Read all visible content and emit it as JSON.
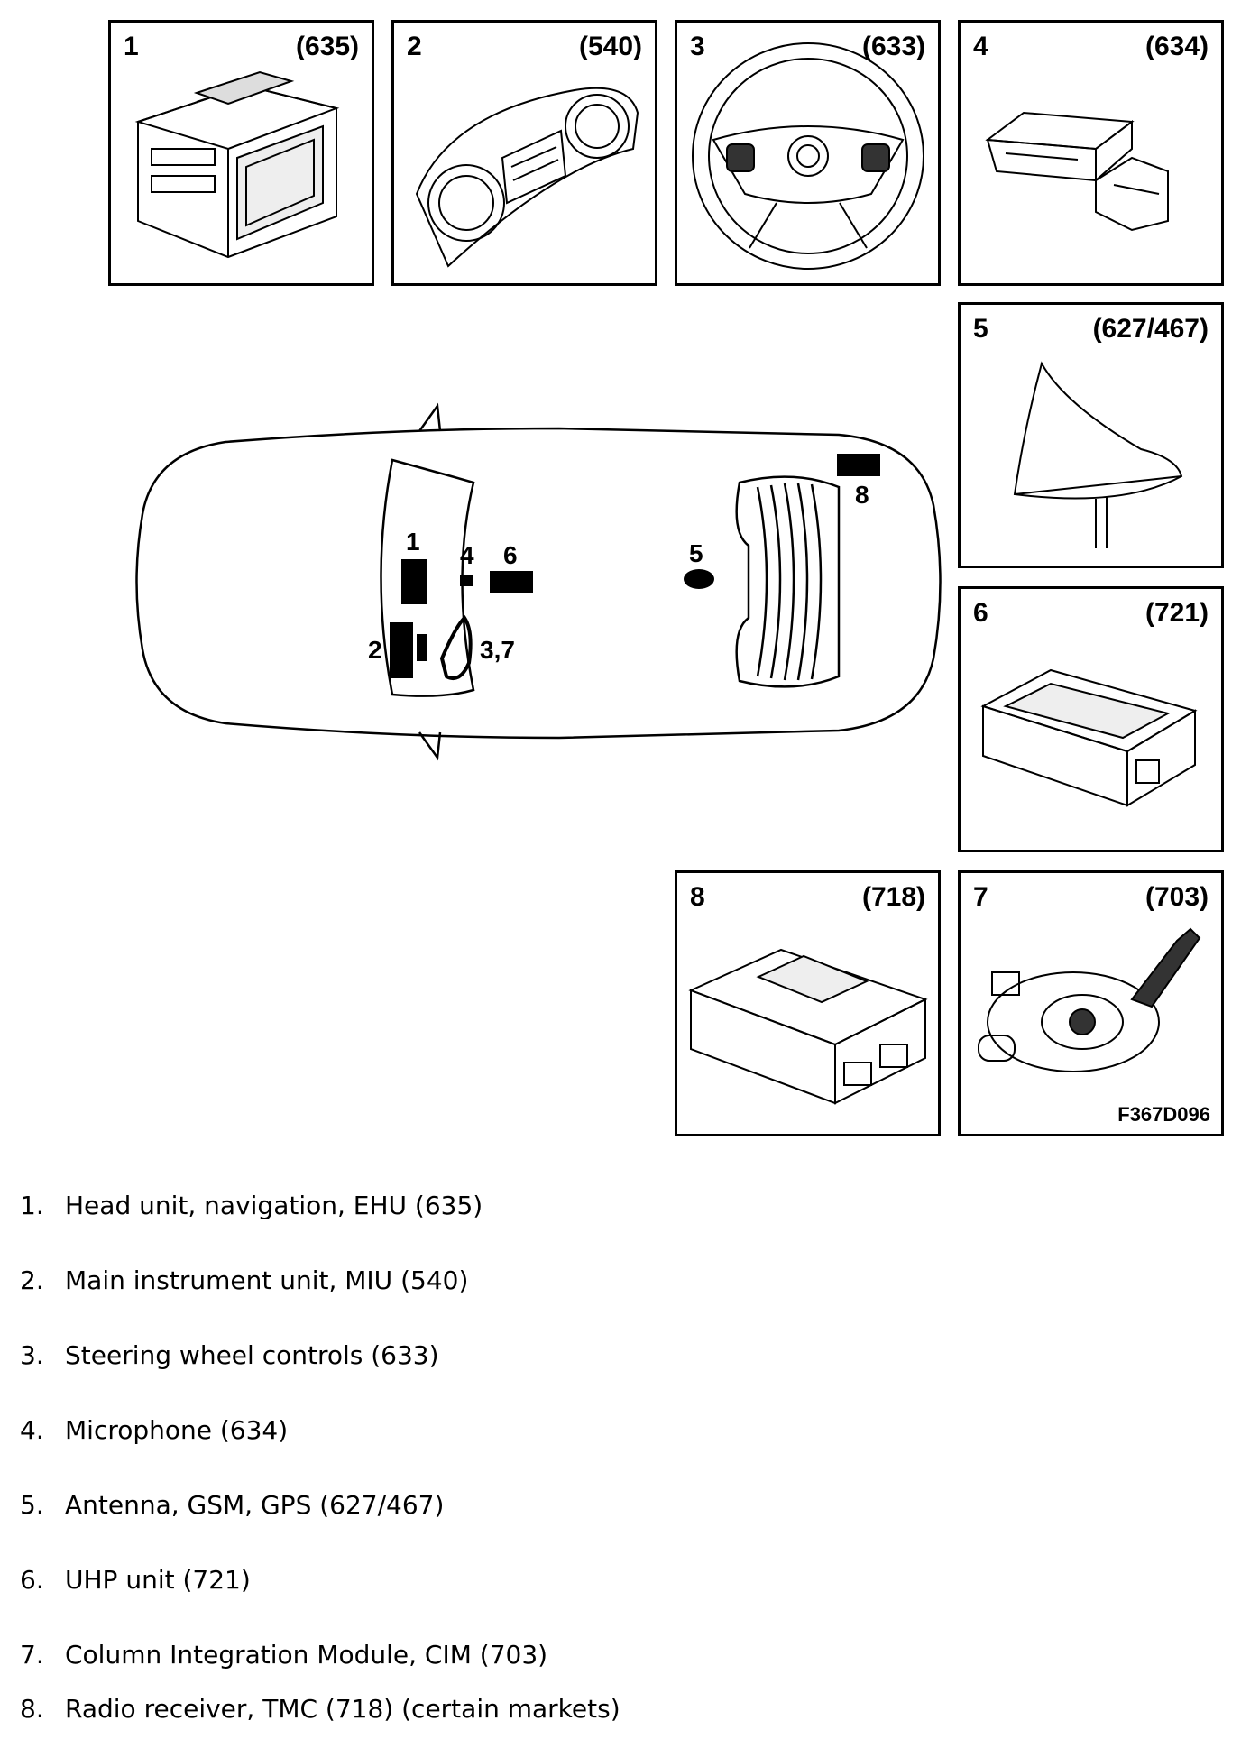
{
  "components": [
    {
      "num": "1",
      "code": "(635)"
    },
    {
      "num": "2",
      "code": "(540)"
    },
    {
      "num": "3",
      "code": "(633)"
    },
    {
      "num": "4",
      "code": "(634)"
    },
    {
      "num": "5",
      "code": "(627/467)"
    },
    {
      "num": "6",
      "code": "(721)"
    },
    {
      "num": "8",
      "code": "(718)"
    },
    {
      "num": "7",
      "code": "(703)"
    }
  ],
  "figure_id": "F367D096",
  "car_labels": {
    "l1": "1",
    "l2": "2",
    "l37": "3,7",
    "l4": "4",
    "l5": "5",
    "l6": "6",
    "l8": "8"
  },
  "legend": [
    {
      "idx": "1.",
      "text": "Head unit, navigation, EHU (635)"
    },
    {
      "idx": "2.",
      "text": "Main instrument unit, MIU (540)"
    },
    {
      "idx": "3.",
      "text": "Steering wheel controls (633)"
    },
    {
      "idx": "4.",
      "text": "Microphone (634)"
    },
    {
      "idx": "5.",
      "text": "Antenna, GSM, GPS (627/467)"
    },
    {
      "idx": "6.",
      "text": "UHP unit (721)"
    },
    {
      "idx": "7.",
      "text": "Column Integration Module, CIM (703)"
    },
    {
      "idx": "8.",
      "text": "Radio receiver, TMC (718) (certain markets)"
    }
  ]
}
